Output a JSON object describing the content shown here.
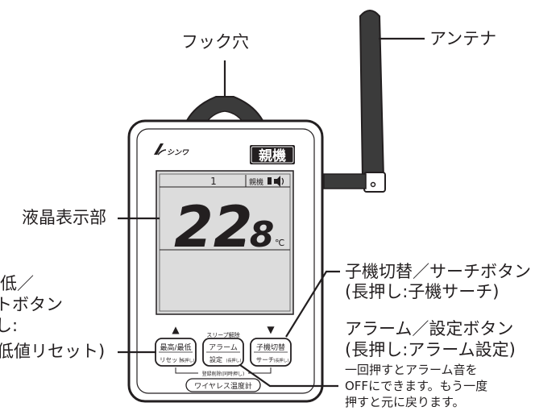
{
  "callouts": {
    "hook": "フック穴",
    "antenna": "アンテナ",
    "lcd": "液晶表示部",
    "child_switch": "子機切替／サーチボタン",
    "child_switch_long": "(長押し:子機サーチ)",
    "alarm": "アラーム／設定ボタン",
    "alarm_long": "(長押し:アラーム設定)",
    "alarm_note": [
      "一回押すとアラーム音を",
      "OFFにできます。もう一度",
      "押すと元に戻ります。"
    ],
    "left_partial": [
      "低／",
      "トボタン",
      "し:",
      "低値リセット)"
    ]
  },
  "device": {
    "brand": "シンワ",
    "badge": "親機",
    "lcd": {
      "channel": "1",
      "parent_label": "親機",
      "temperature_main": "22",
      "temperature_decimal": ".8",
      "unit": "℃"
    },
    "buttons": {
      "left": {
        "top": "最高/最低",
        "bottom": "リセット",
        "hint": "(長押し)",
        "arrow": "▲"
      },
      "center": {
        "header": "スリープ解除",
        "top": "アラーム",
        "bottom": "設定",
        "hint": "(長押し)"
      },
      "right": {
        "top": "子機切替",
        "bottom": "サーチ",
        "hint": "(長押し)",
        "arrow": "▼"
      }
    },
    "register_label": "登録削除(同時押し)",
    "model": "ワイヤレス温度計"
  }
}
